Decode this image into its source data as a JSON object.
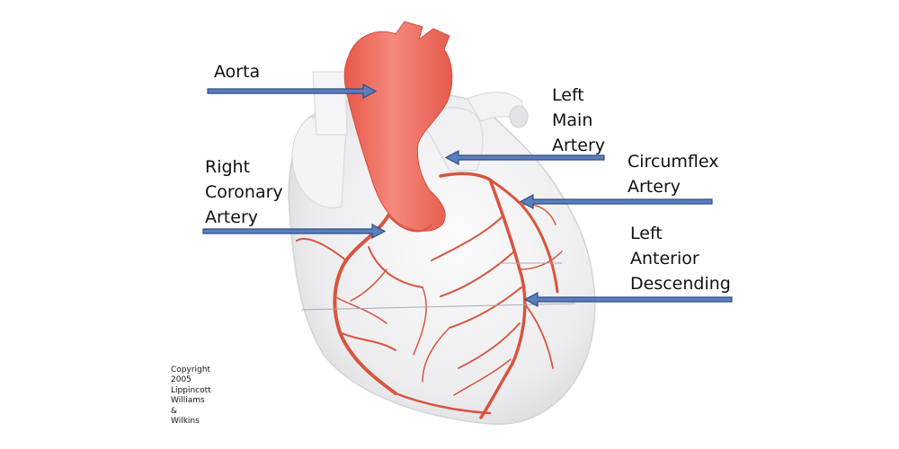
{
  "labels": {
    "aorta": [
      "Aorta"
    ],
    "left_main_artery": [
      "Left",
      "Main",
      "Artery"
    ],
    "right_coronary_artery": [
      "Right",
      "Coronary",
      "Artery"
    ],
    "circumflex_artery": [
      "Circumflex",
      "Artery"
    ],
    "left_anterior_descending": [
      "Left",
      "Anterior",
      "Descending"
    ]
  },
  "copyright": [
    "Copyright",
    "2005",
    "Lippincott",
    "Williams",
    "&",
    "Wilkins"
  ],
  "colors": {
    "heart_body": "#f2f2f3",
    "aorta": "#ee6a5e",
    "artery": "#d8553f",
    "arrow_fill": "#5b7fbd",
    "arrow_outline": "#2f4d80"
  }
}
